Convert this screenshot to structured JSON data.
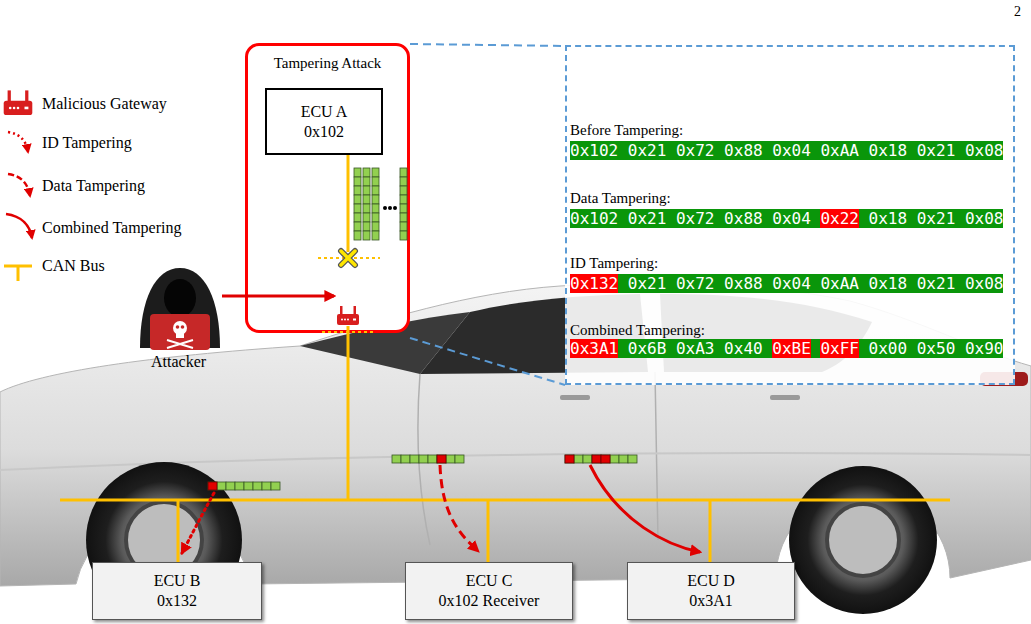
{
  "diagram": {
    "nodes": [
      {
        "text": [
          "Tampering Attack"
        ]
      },
      {
        "text": [
          "ECU A",
          "0x102"
        ],
        "in": 0
      },
      {
        "text": [
          "Before Tampering:",
          "Data Tampering:",
          "ID Tampering:",
          "Combined Tampering:"
        ]
      },
      {
        "text": [
          "ECU B",
          "0x132"
        ]
      },
      {
        "text": [
          "ECU C",
          "0x102 Receiver"
        ]
      },
      {
        "text": [
          "ECU D",
          "0x3A1"
        ]
      }
    ],
    "edges": [
      {
        "from": 0,
        "to": 2,
        "arrow": "none"
      }
    ],
    "labels": [
      "2",
      "Attacker",
      "0x102",
      "0x21",
      "0x72",
      "0x88",
      "0x04",
      "0xAA",
      "0x18",
      "0x21",
      "0x08",
      "0x102",
      "0x21",
      "0x72",
      "0x88",
      "0x04",
      "0x22",
      "0x18",
      "0x21",
      "0x08",
      "0x132",
      "0x21",
      "0x72",
      "0x88",
      "0x04",
      "0xAA",
      "0x18",
      "0x21",
      "0x08",
      "0x3A1",
      "0x6B",
      "0xA3",
      "0x40",
      "0xBE",
      "0xFF",
      "0x00",
      "0x50",
      "0x90"
    ],
    "legend": [
      {
        "text": "Malicious Gateway"
      },
      {
        "text": "ID Tampering"
      },
      {
        "text": "Data Tampering"
      },
      {
        "text": "Combined Tampering"
      },
      {
        "text": "CAN Bus"
      }
    ]
  }
}
